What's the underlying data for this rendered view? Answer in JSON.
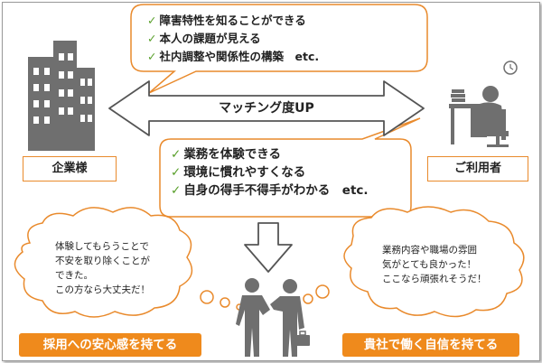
{
  "top_bubble": {
    "items": [
      "障害特性を知ることができる",
      "本人の課題が見える",
      "社内調整や関係性の構築　etc."
    ]
  },
  "mid_bubble": {
    "items": [
      "業務を体験できる",
      "環境に慣れやすくなる",
      "自身の得手不得手がわかる　etc."
    ]
  },
  "arrow_label": "マッチング度UP",
  "left_label": "企業様",
  "right_label": "ご利用者",
  "left_cloud": {
    "lines": [
      "体験してもらうことで",
      "不安を取り除くことが",
      "できた。",
      "この方なら大丈夫だ！"
    ]
  },
  "right_cloud": {
    "lines": [
      "業務内容や職場の雰囲",
      "気がとても良かった！",
      "ここなら頑張れそうだ！"
    ]
  },
  "left_banner": "採用への安心感を持てる",
  "right_banner": "貴社で働く自信を持てる",
  "colors": {
    "accent": "#ef8a1c",
    "check": "#5aa02c",
    "icon_gray": "#6f6f6f"
  },
  "icons": [
    "office-building-icon",
    "office-worker-icon",
    "handshake-icon",
    "check-icon"
  ]
}
